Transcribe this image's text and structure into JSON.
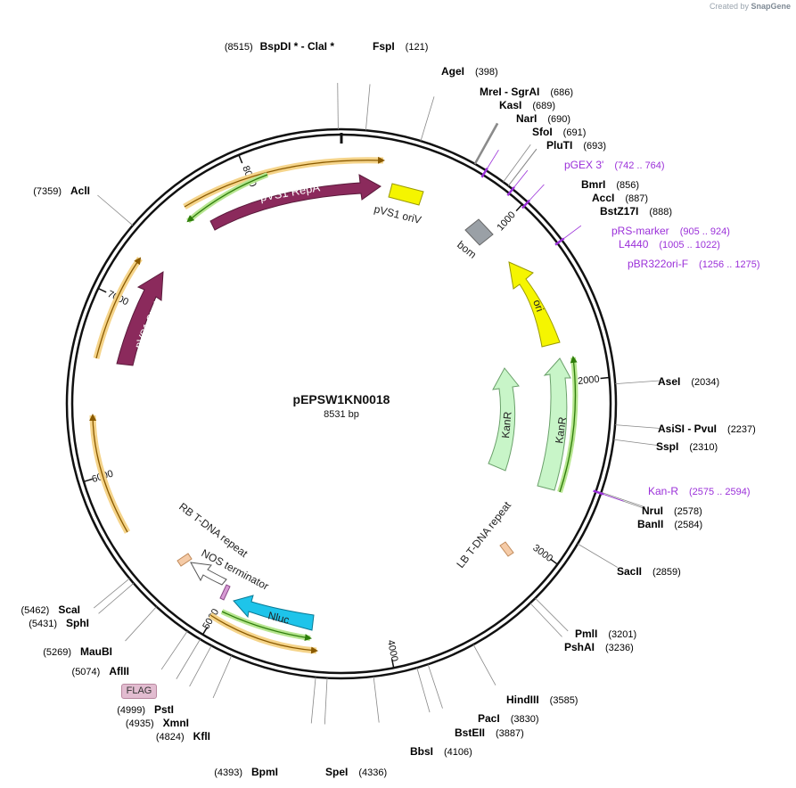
{
  "watermark": {
    "prefix": "Created by",
    "brand": "SnapGene"
  },
  "plasmid": {
    "name": "pEPSW1KN0018",
    "length_label": "8531 bp",
    "length": 8531
  },
  "ticks": [
    {
      "pos": 1000,
      "label": "1000"
    },
    {
      "pos": 2000,
      "label": "2000"
    },
    {
      "pos": 3000,
      "label": "3000"
    },
    {
      "pos": 4000,
      "label": "4000"
    },
    {
      "pos": 5000,
      "label": "5000"
    },
    {
      "pos": 6000,
      "label": "6000"
    },
    {
      "pos": 7000,
      "label": "7000"
    },
    {
      "pos": 8000,
      "label": "8000"
    }
  ],
  "enzymes": [
    {
      "name": "FspI",
      "site": "(121)",
      "pos": 121
    },
    {
      "name": "BspDI * - ClaI *",
      "site": "(8515)",
      "pos": 8515
    },
    {
      "name": "AgeI",
      "site": "(398)",
      "pos": 398
    },
    {
      "name": "MreI - SgrAI",
      "site": "(686)",
      "pos": 686
    },
    {
      "name": "KasI",
      "site": "(689)",
      "pos": 689
    },
    {
      "name": "NarI",
      "site": "(690)",
      "pos": 690
    },
    {
      "name": "SfoI",
      "site": "(691)",
      "pos": 691
    },
    {
      "name": "PluTI",
      "site": "(693)",
      "pos": 693
    },
    {
      "name": "BmrI",
      "site": "(856)",
      "pos": 856
    },
    {
      "name": "AccI",
      "site": "(887)",
      "pos": 887
    },
    {
      "name": "BstZ17I",
      "site": "(888)",
      "pos": 888
    },
    {
      "name": "AseI",
      "site": "(2034)",
      "pos": 2034
    },
    {
      "name": "AsiSI - PvuI",
      "site": "(2237)",
      "pos": 2237
    },
    {
      "name": "SspI",
      "site": "(2310)",
      "pos": 2310
    },
    {
      "name": "NruI",
      "site": "(2578)",
      "pos": 2578
    },
    {
      "name": "BanII",
      "site": "(2584)",
      "pos": 2584
    },
    {
      "name": "SacII",
      "site": "(2859)",
      "pos": 2859
    },
    {
      "name": "PmlI",
      "site": "(3201)",
      "pos": 3201
    },
    {
      "name": "PshAI",
      "site": "(3236)",
      "pos": 3236
    },
    {
      "name": "HindIII",
      "site": "(3585)",
      "pos": 3585
    },
    {
      "name": "PacI",
      "site": "(3830)",
      "pos": 3830
    },
    {
      "name": "BstEII",
      "site": "(3887)",
      "pos": 3887
    },
    {
      "name": "BbsI",
      "site": "(4106)",
      "pos": 4106
    },
    {
      "name": "SpeI",
      "site": "(4336)",
      "pos": 4336
    },
    {
      "name": "BpmI",
      "site": "(4393)",
      "pos": 4393
    },
    {
      "name": "KflI",
      "site": "(4824)",
      "pos": 4824
    },
    {
      "name": "XmnI",
      "site": "(4935)",
      "pos": 4935
    },
    {
      "name": "PstI",
      "site": "(4999)",
      "pos": 4999
    },
    {
      "name": "AflII",
      "site": "(5074)",
      "pos": 5074
    },
    {
      "name": "MauBI",
      "site": "(5269)",
      "pos": 5269
    },
    {
      "name": "SphI",
      "site": "(5431)",
      "pos": 5431
    },
    {
      "name": "ScaI",
      "site": "(5462)",
      "pos": 5462
    },
    {
      "name": "AclI",
      "site": "(7359)",
      "pos": 7359
    }
  ],
  "primers": [
    {
      "name": "pGEX 3'",
      "range": "(742 .. 764)",
      "pos": 753
    },
    {
      "name": "pRS-marker",
      "range": "(905 .. 924)",
      "pos": 914
    },
    {
      "name": "L4440",
      "range": "(1005 .. 1022)",
      "pos": 1013
    },
    {
      "name": "pBR322ori-F",
      "range": "(1256 .. 1275)",
      "pos": 1265
    },
    {
      "name": "Kan-R",
      "range": "(2575 .. 2594)",
      "pos": 2584
    }
  ],
  "features": [
    {
      "name": "pVS1 RepA",
      "type": "cds"
    },
    {
      "name": "pVS1 oriV",
      "type": "rep_origin"
    },
    {
      "name": "bom",
      "type": "misc"
    },
    {
      "name": "ori",
      "type": "rep_origin"
    },
    {
      "name": "KanR",
      "type": "cds"
    },
    {
      "name": "KanR",
      "type": "cds"
    },
    {
      "name": "LB T-DNA repeat",
      "type": "repeat"
    },
    {
      "name": "RB T-DNA repeat",
      "type": "repeat"
    },
    {
      "name": "NOS terminator",
      "type": "terminator"
    },
    {
      "name": "Nluc",
      "type": "cds"
    },
    {
      "name": "pVS1 StaA",
      "type": "cds"
    },
    {
      "name": "FLAG",
      "type": "tag"
    }
  ],
  "colors": {
    "backbone": "#111111",
    "enzyme_line": "#888888",
    "primer": "#9b30d9",
    "repA": "#8b2a5c",
    "oriV": "#f5f500",
    "bom": "#9aa0a6",
    "ori": "#f5f500",
    "kanR": "#c8f5c8",
    "nluc": "#1ec4ea",
    "repeat": "#f5cba7",
    "nos": "#ffffff",
    "orf_orange": "#f5b942",
    "orf_green": "#4caf1a",
    "flag": "#e2bcd0"
  }
}
